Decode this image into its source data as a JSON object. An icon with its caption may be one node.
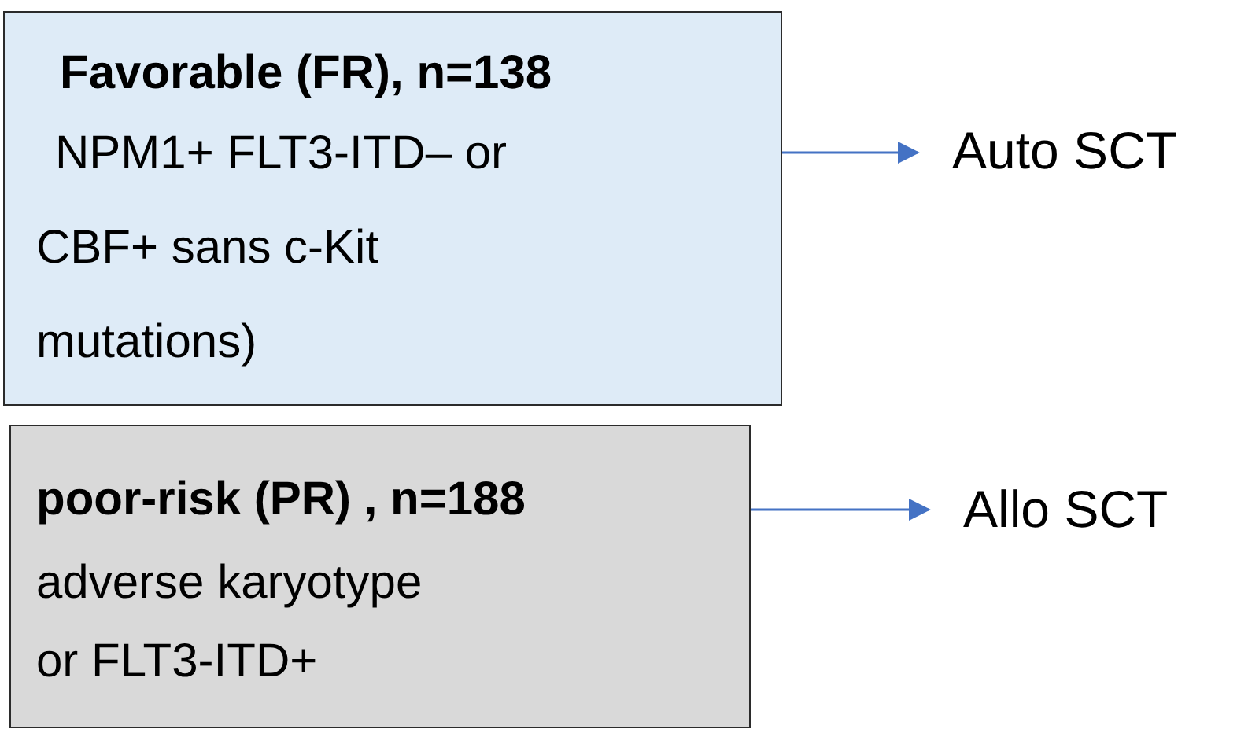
{
  "diagram": {
    "nodes": [
      {
        "text": [
          "Favorable (FR), n=138",
          "NPM1+ FLT3-ITD– or CBF+ sans c-Kit mutations)"
        ]
      },
      {
        "text": [
          "Auto SCT"
        ]
      },
      {
        "text": [
          "poor-risk (PR) , n=188",
          "adverse karyotype or FLT3-ITD+"
        ]
      },
      {
        "text": [
          "Allo SCT"
        ]
      }
    ],
    "edges": [
      {
        "from": 0,
        "to": 1,
        "arrow": "to"
      },
      {
        "from": 2,
        "to": 3,
        "arrow": "to"
      }
    ]
  }
}
